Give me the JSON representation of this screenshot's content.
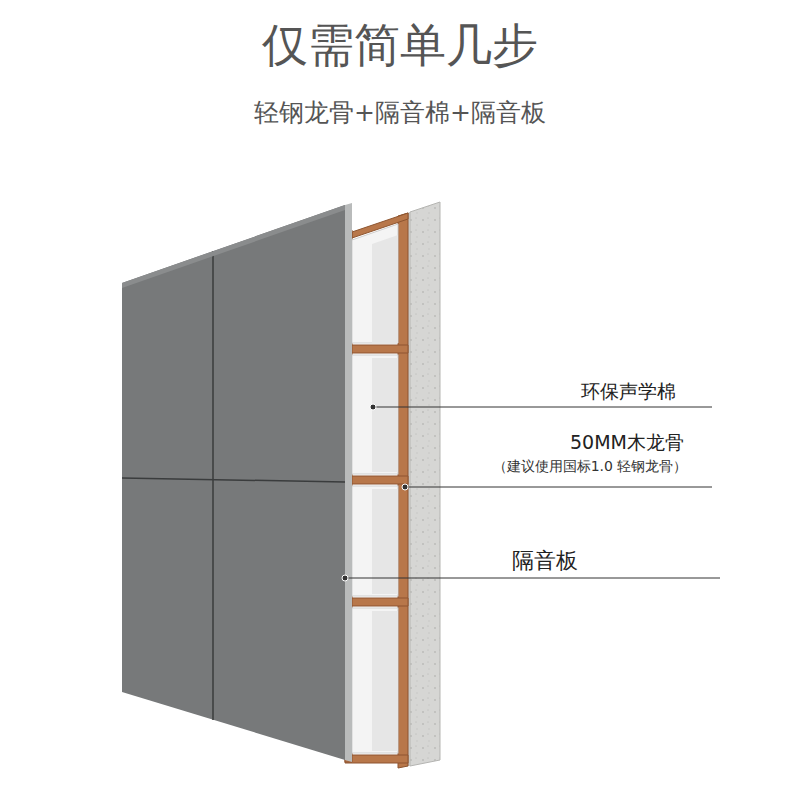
{
  "diagram": {
    "title": "仅需简单几步",
    "labels": [
      "轻钢龙骨+隔音棉+隔音板",
      "环保声学棉",
      "50MM木龙骨",
      "（建议使用国标1.0 轻钢龙骨）",
      "隔音板"
    ]
  }
}
